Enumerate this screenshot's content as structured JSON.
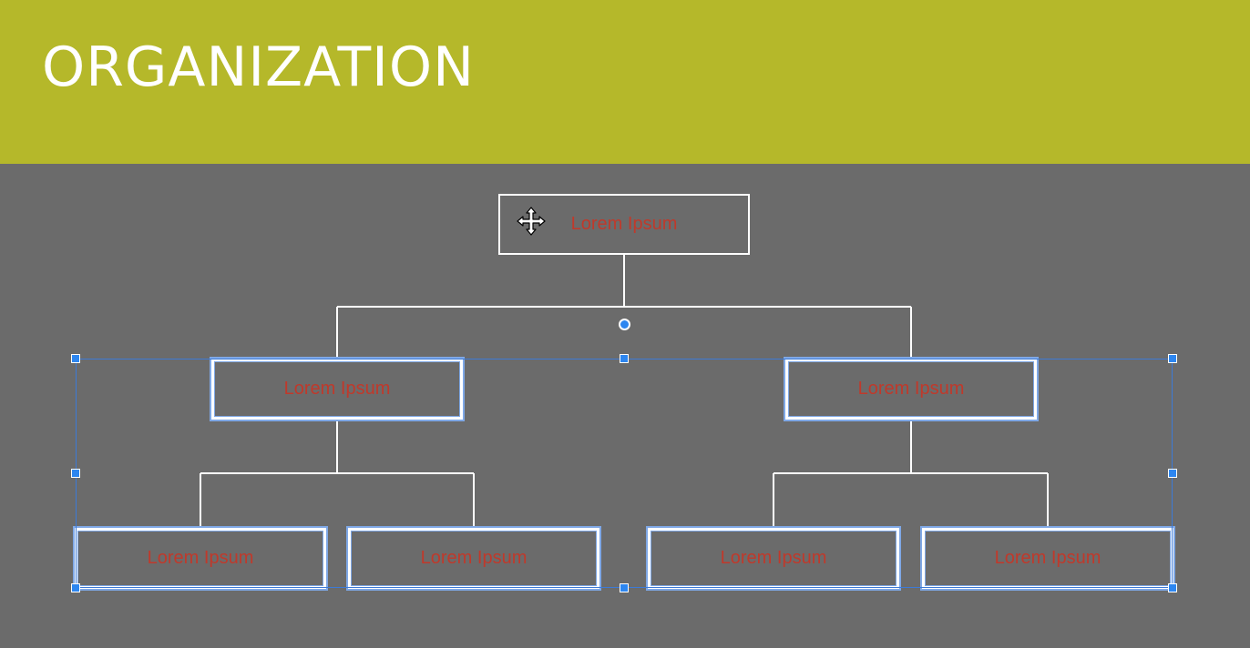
{
  "header": {
    "title": "ORGANIZATION"
  },
  "chart": {
    "root": {
      "label": "Lorem Ipsum"
    },
    "level2": [
      {
        "label": "Lorem Ipsum"
      },
      {
        "label": "Lorem Ipsum"
      }
    ],
    "level3": [
      {
        "label": "Lorem Ipsum"
      },
      {
        "label": "Lorem Ipsum"
      },
      {
        "label": "Lorem Ipsum"
      },
      {
        "label": "Lorem Ipsum"
      }
    ]
  },
  "colors": {
    "header_bg": "#b5b82a",
    "slide_bg": "#6b6b6b",
    "label_text": "#c0392b",
    "selection": "#2d86f0"
  },
  "icons": {
    "cursor": "move-icon"
  }
}
